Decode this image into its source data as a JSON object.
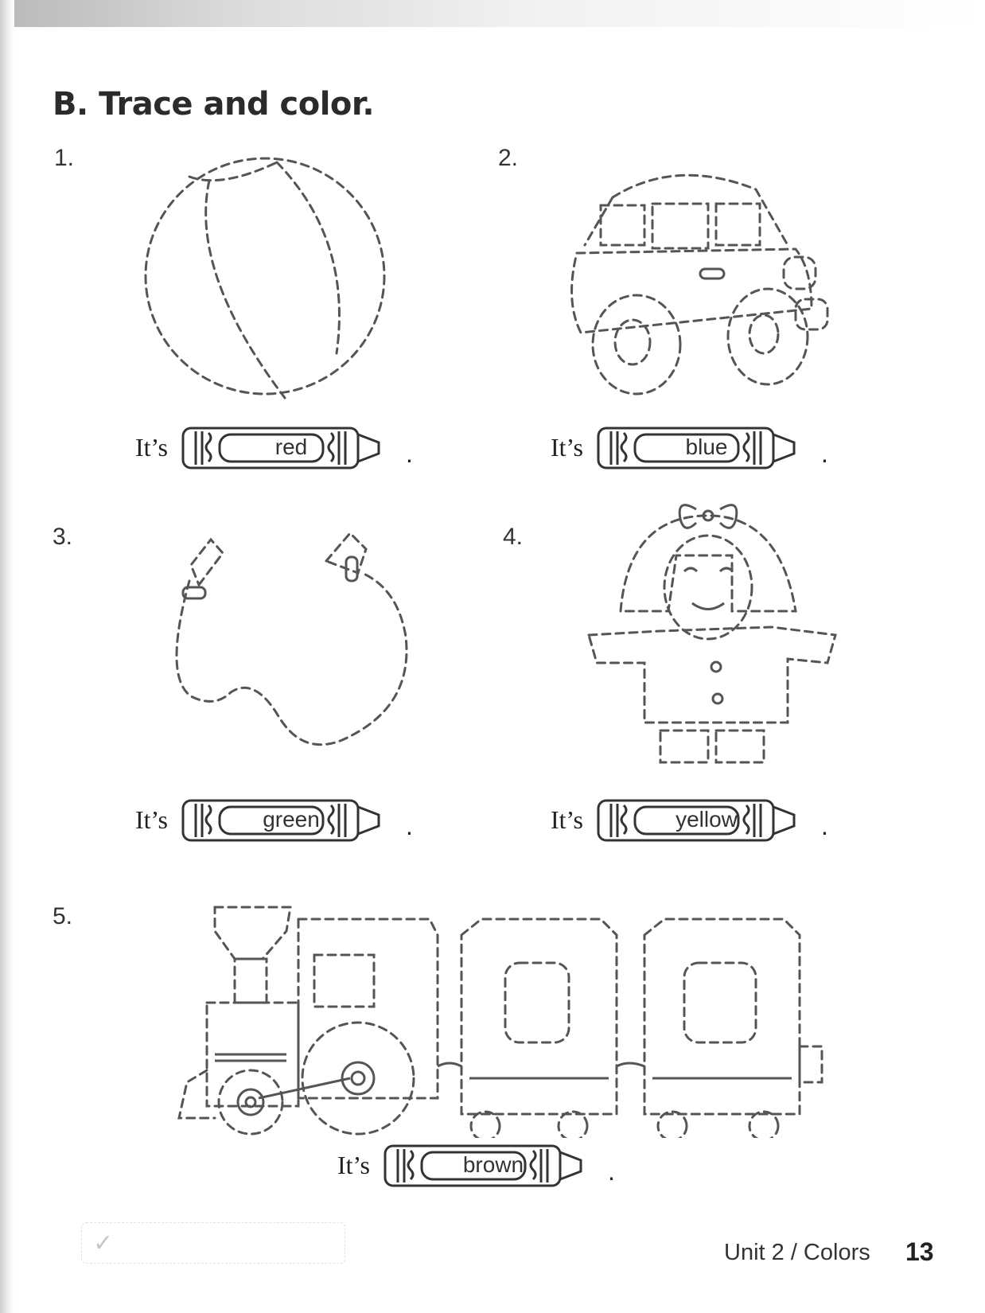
{
  "heading": "B. Trace and color.",
  "items": [
    {
      "number": "1.",
      "picture": "ball-icon",
      "prefix": "It’s",
      "color_word": "red",
      "suffix": "."
    },
    {
      "number": "2.",
      "picture": "car-icon",
      "prefix": "It’s",
      "color_word": "blue",
      "suffix": "."
    },
    {
      "number": "3.",
      "picture": "jump-rope-icon",
      "prefix": "It’s",
      "color_word": "green",
      "suffix": "."
    },
    {
      "number": "4.",
      "picture": "girl-coat-icon",
      "prefix": "It’s",
      "color_word": "yellow",
      "suffix": "."
    },
    {
      "number": "5.",
      "picture": "train-icon",
      "prefix": "It’s",
      "color_word": "brown",
      "suffix": "."
    }
  ],
  "check_mark": "✓",
  "footer": {
    "unit_label": "Unit 2 / Colors",
    "page_number": "13"
  },
  "colors": {
    "ink": "#2a2a2a",
    "trace": "#555555"
  }
}
